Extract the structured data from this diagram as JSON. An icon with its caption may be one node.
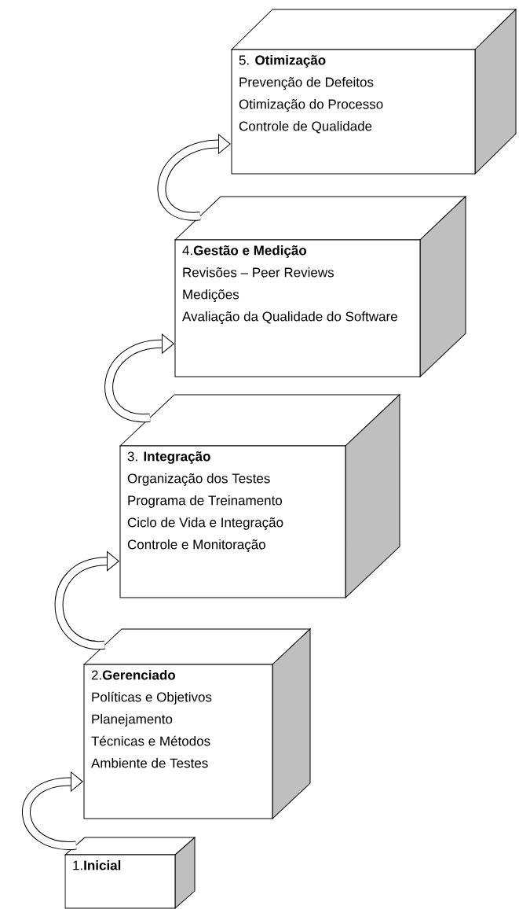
{
  "diagram": {
    "nodes": [
      {
        "text": [
          "5. **Otimização**",
          "Prevenção de Defeitos",
          "Otimização do Processo",
          "Controle de Qualidade"
        ]
      },
      {
        "text": [
          "4.**Gestão e Medição**",
          "Revisões – Peer Reviews",
          "Medições",
          "Avaliação da Qualidade do Software"
        ]
      },
      {
        "text": [
          "3. **Integração**",
          "Organização dos Testes",
          "Programa de Treinamento",
          "Ciclo de Vida e Integração",
          "Controle e Monitoração"
        ]
      },
      {
        "text": [
          "2.**Gerenciado**",
          "Políticas e Objetivos",
          "Planejamento",
          "Técnicas e Métodos",
          "Ambiente de Testes"
        ]
      },
      {
        "text": [
          "1.**Inicial**"
        ]
      }
    ],
    "edges": [
      {
        "from": 4,
        "to": 3,
        "arrow": "to"
      },
      {
        "from": 3,
        "to": 2,
        "arrow": "to"
      },
      {
        "from": 2,
        "to": 1,
        "arrow": "to"
      },
      {
        "from": 1,
        "to": 0,
        "arrow": "to"
      }
    ]
  }
}
